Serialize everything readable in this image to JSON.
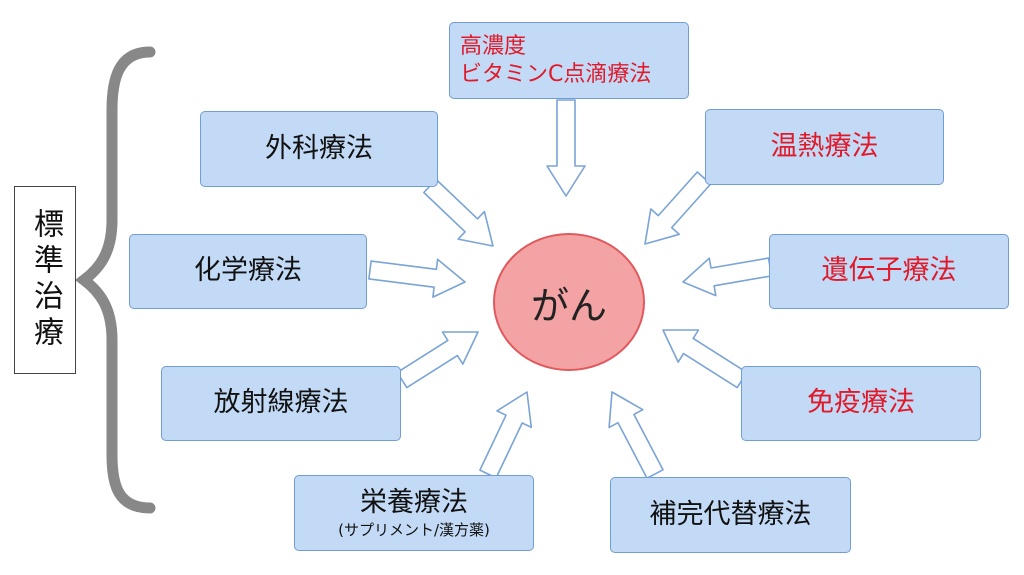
{
  "center": {
    "label": "がん"
  },
  "standard_label": "標準治療",
  "therapies": {
    "surgery": {
      "label": "外科療法"
    },
    "chemo": {
      "label": "化学療法"
    },
    "radiation": {
      "label": "放射線療法"
    },
    "nutrition": {
      "label": "栄養療法",
      "sub": "(サプリメント/漢方薬)"
    },
    "vitamin_c": {
      "line1": "高濃度",
      "line2": "ビタミンC点滴療法"
    },
    "hyperthermia": {
      "label": "温熱療法"
    },
    "gene": {
      "label": "遺伝子療法"
    },
    "immune": {
      "label": "免疫療法"
    },
    "complementary": {
      "label": "補完代替療法"
    }
  },
  "colors": {
    "box_fill": "#c2daf5",
    "box_border": "#6f9dd6",
    "center_fill": "#f3a3a3",
    "highlight_text": "#e01a2a",
    "brace": "#888888"
  }
}
